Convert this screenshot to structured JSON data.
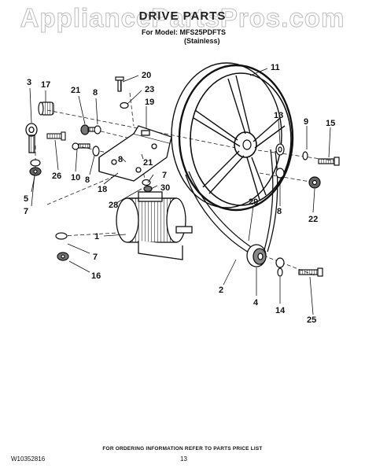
{
  "watermark": "AppliancePartsPros.com",
  "header": {
    "title": "DRIVE PARTS",
    "model_line": "For Model: MFS25PDFTS",
    "variant": "(Stainless)"
  },
  "callouts": {
    "c1": "1",
    "c2": "2",
    "c3": "3",
    "c4": "4",
    "c5": "5",
    "c7a": "7",
    "c7b": "7",
    "c7c": "7",
    "c8a": "8",
    "c8b": "8",
    "c8c": "8",
    "c8d": "8",
    "c9": "9",
    "c10": "10",
    "c11": "11",
    "c13": "13",
    "c14": "14",
    "c15": "15",
    "c16": "16",
    "c17": "17",
    "c18": "18",
    "c19": "19",
    "c20": "20",
    "c21a": "21",
    "c21b": "21",
    "c22": "22",
    "c23": "23",
    "c25": "25",
    "c26": "26",
    "c28": "28",
    "c29": "29",
    "c30": "30"
  },
  "footer": {
    "doc_code": "W10352816",
    "ordering": "FOR ORDERING INFORMATION REFER TO PARTS PRICE LIST",
    "page_number": "13"
  }
}
